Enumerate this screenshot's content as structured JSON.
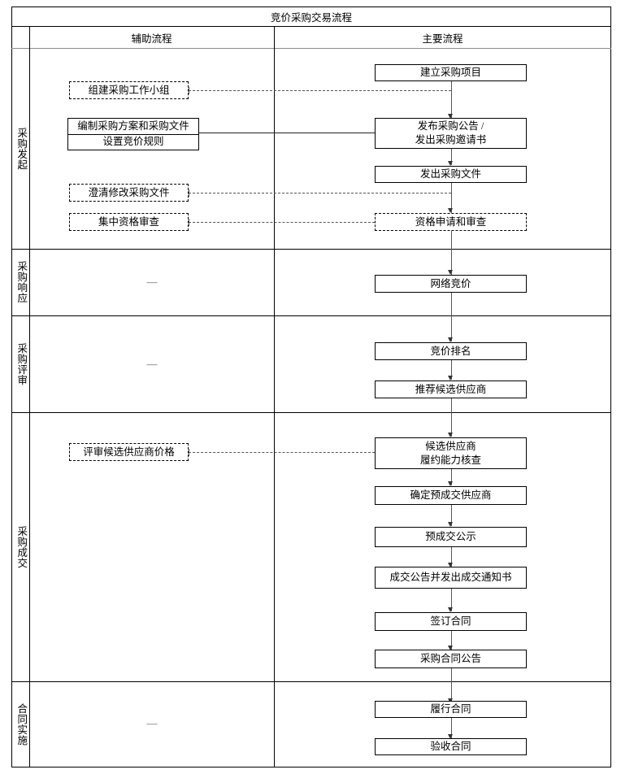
{
  "title": "竞价采购交易流程",
  "columns": {
    "aux": "辅助流程",
    "main": "主要流程"
  },
  "placeholder_dash": "—",
  "sections": [
    {
      "label": "采购发起",
      "aux_steps": [
        "组建采购工作小组",
        "编制采购方案和采购文件",
        "设置竞价规则",
        "澄清修改采购文件",
        "集中资格审查"
      ],
      "main_steps": [
        "建立采购项目",
        "发布采购公告 /",
        "发出采购邀请书",
        "发出采购文件",
        "资格申请和审查"
      ]
    },
    {
      "label": "采购响应",
      "aux_steps": [],
      "main_steps": [
        "网络竞价"
      ]
    },
    {
      "label": "采购评审",
      "aux_steps": [],
      "main_steps": [
        "竞价排名",
        "推荐候选供应商"
      ]
    },
    {
      "label": "采购成交",
      "aux_steps": [
        "评审候选供应商价格"
      ],
      "main_steps": [
        "候选供应商",
        "履约能力核查",
        "确定预成交供应商",
        "预成交公示",
        "成交公告并发出成交通知书",
        "签订合同",
        "采购合同公告"
      ]
    },
    {
      "label": "合同实施",
      "aux_steps": [],
      "main_steps": [
        "履行合同",
        "验收合同"
      ]
    }
  ],
  "colors": {
    "border": "#000000",
    "connector": "#555555",
    "header_rule": "#8a8a8a",
    "background": "#ffffff"
  }
}
